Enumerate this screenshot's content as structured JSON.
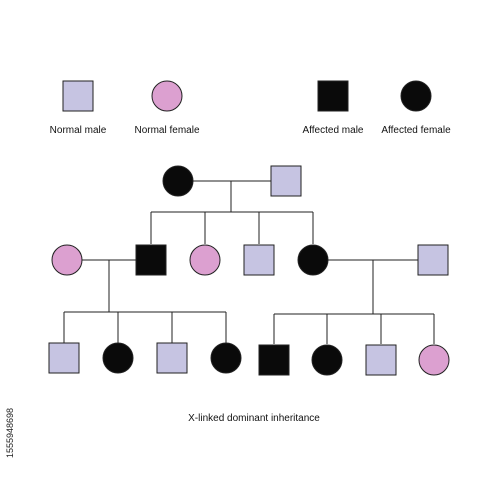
{
  "colors": {
    "normal_male": "#c6c4e2",
    "normal_female": "#dca0d0",
    "affected": "#0a0a0a",
    "line": "#222222"
  },
  "legend": [
    {
      "name": "legend-normal-male",
      "shape": "square",
      "status": "normal_male",
      "label": "Normal male"
    },
    {
      "name": "legend-normal-female",
      "shape": "circle",
      "status": "normal_female",
      "label": "Normal female"
    },
    {
      "name": "legend-affected-male",
      "shape": "square",
      "status": "affected",
      "label": "Affected male"
    },
    {
      "name": "legend-affected-female",
      "shape": "circle",
      "status": "affected",
      "label": "Affected female"
    }
  ],
  "pedigree": {
    "generation_1": [
      {
        "id": "g1-mother",
        "shape": "circle",
        "status": "affected"
      },
      {
        "id": "g1-father",
        "shape": "square",
        "status": "normal_male"
      }
    ],
    "generation_2": [
      {
        "id": "g2-spouse-left",
        "shape": "circle",
        "status": "normal_female"
      },
      {
        "id": "g2-son-affected",
        "shape": "square",
        "status": "affected"
      },
      {
        "id": "g2-daughter-normal",
        "shape": "circle",
        "status": "normal_female"
      },
      {
        "id": "g2-son-normal",
        "shape": "square",
        "status": "normal_male"
      },
      {
        "id": "g2-daughter-affected",
        "shape": "circle",
        "status": "affected"
      },
      {
        "id": "g2-spouse-right",
        "shape": "square",
        "status": "normal_male"
      }
    ],
    "generation_3_left": [
      {
        "id": "g3l-1",
        "shape": "square",
        "status": "normal_male"
      },
      {
        "id": "g3l-2",
        "shape": "circle",
        "status": "affected"
      },
      {
        "id": "g3l-3",
        "shape": "square",
        "status": "normal_male"
      },
      {
        "id": "g3l-4",
        "shape": "circle",
        "status": "affected"
      }
    ],
    "generation_3_right": [
      {
        "id": "g3r-1",
        "shape": "square",
        "status": "affected"
      },
      {
        "id": "g3r-2",
        "shape": "circle",
        "status": "affected"
      },
      {
        "id": "g3r-3",
        "shape": "square",
        "status": "normal_male"
      },
      {
        "id": "g3r-4",
        "shape": "circle",
        "status": "normal_female"
      }
    ]
  },
  "caption": "X-linked dominant inheritance",
  "stock_id": "1555948698"
}
